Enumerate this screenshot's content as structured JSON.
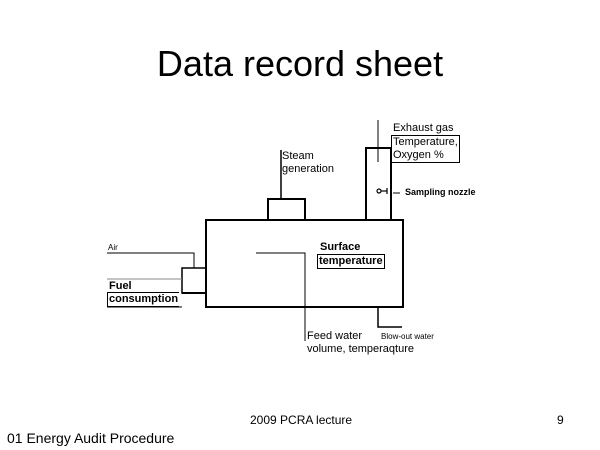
{
  "slide": {
    "title": "Data record sheet",
    "diagram": {
      "labels": {
        "steam": [
          "Steam",
          "generation"
        ],
        "exhaust": [
          "Exhaust gas",
          "Temperature,",
          "Oxygen %"
        ],
        "sampling_nozzle": "Sampling nozzle",
        "air": "Air",
        "fuel": [
          "Fuel",
          "consumption"
        ],
        "surface": [
          "Surface",
          "temperature"
        ],
        "feed_water": [
          "Feed water",
          "volume, temperaqture"
        ],
        "blow_out": "Blow-out water"
      }
    },
    "footer": {
      "center": "2009 PCRA lecture",
      "page_number": "9",
      "left": "01 Energy Audit Procedure"
    }
  }
}
